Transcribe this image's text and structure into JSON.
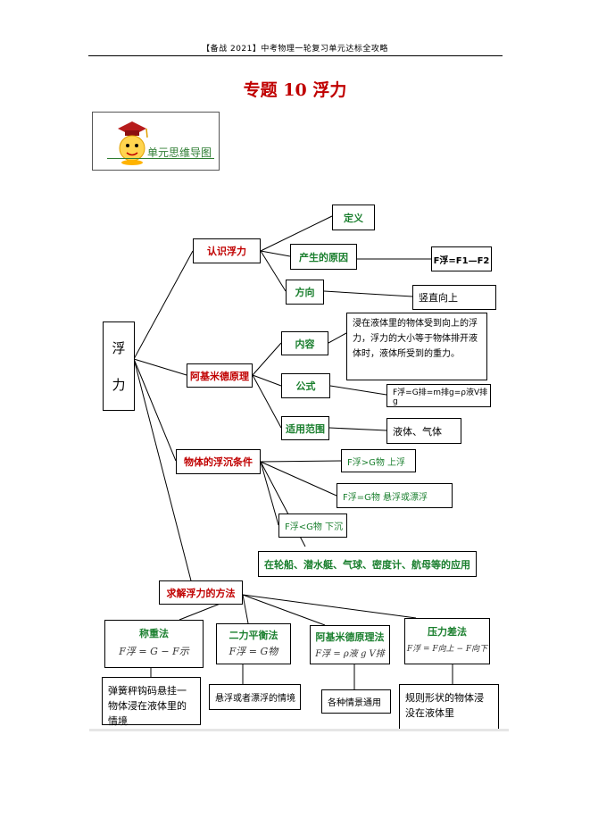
{
  "header": {
    "text": "【备战 2021】中考物理一轮复习单元达标全攻略"
  },
  "title": "专题 10  浮力",
  "logo": {
    "label": "单元思维导图"
  },
  "root": {
    "char1": "浮",
    "char2": "力"
  },
  "branches": {
    "recognize": {
      "label": "认识浮力",
      "definition": "定义",
      "cause": "产生的原因",
      "cause_formula": "F浮=F1—F2",
      "direction": "方向",
      "direction_value": "竖直向上"
    },
    "archimedes": {
      "label": "阿基米德原理",
      "content": "内容",
      "content_text": "浸在液体里的物体受到向上的浮力，浮力的大小等于物体排开液体时，液体所受到的重力。",
      "formula": "公式",
      "formula_value": "F浮=G排=m排g=ρ液V排g",
      "scope": "适用范围",
      "scope_value": "液体、气体"
    },
    "sink_float": {
      "label": "物体的浮沉条件",
      "cond1": "F浮>G物  上浮",
      "cond2": "F浮=G物  悬浮或漂浮",
      "cond3": "F浮<G物  下沉",
      "application": "在轮船、潜水艇、气球、密度计、航母等的应用"
    },
    "methods": {
      "label": "求解浮力的方法",
      "items": [
        {
          "name": "称重法",
          "formula": "F浮 = G − F示",
          "desc": "弹簧秤钩码悬挂一物体浸在液体里的情境"
        },
        {
          "name": "二力平衡法",
          "formula": "F浮 = G物",
          "desc": "悬浮或者漂浮的情境"
        },
        {
          "name": "阿基米德原理法",
          "formula": "F浮 = ρ液 g V排",
          "desc": "各种情景通用"
        },
        {
          "name": "压力差法",
          "formula": "F浮 = F向上 − F向下",
          "desc": "规则形状的物体浸没在液体里"
        }
      ]
    }
  },
  "colors": {
    "red": "#c00000",
    "green": "#1a7f2e"
  }
}
